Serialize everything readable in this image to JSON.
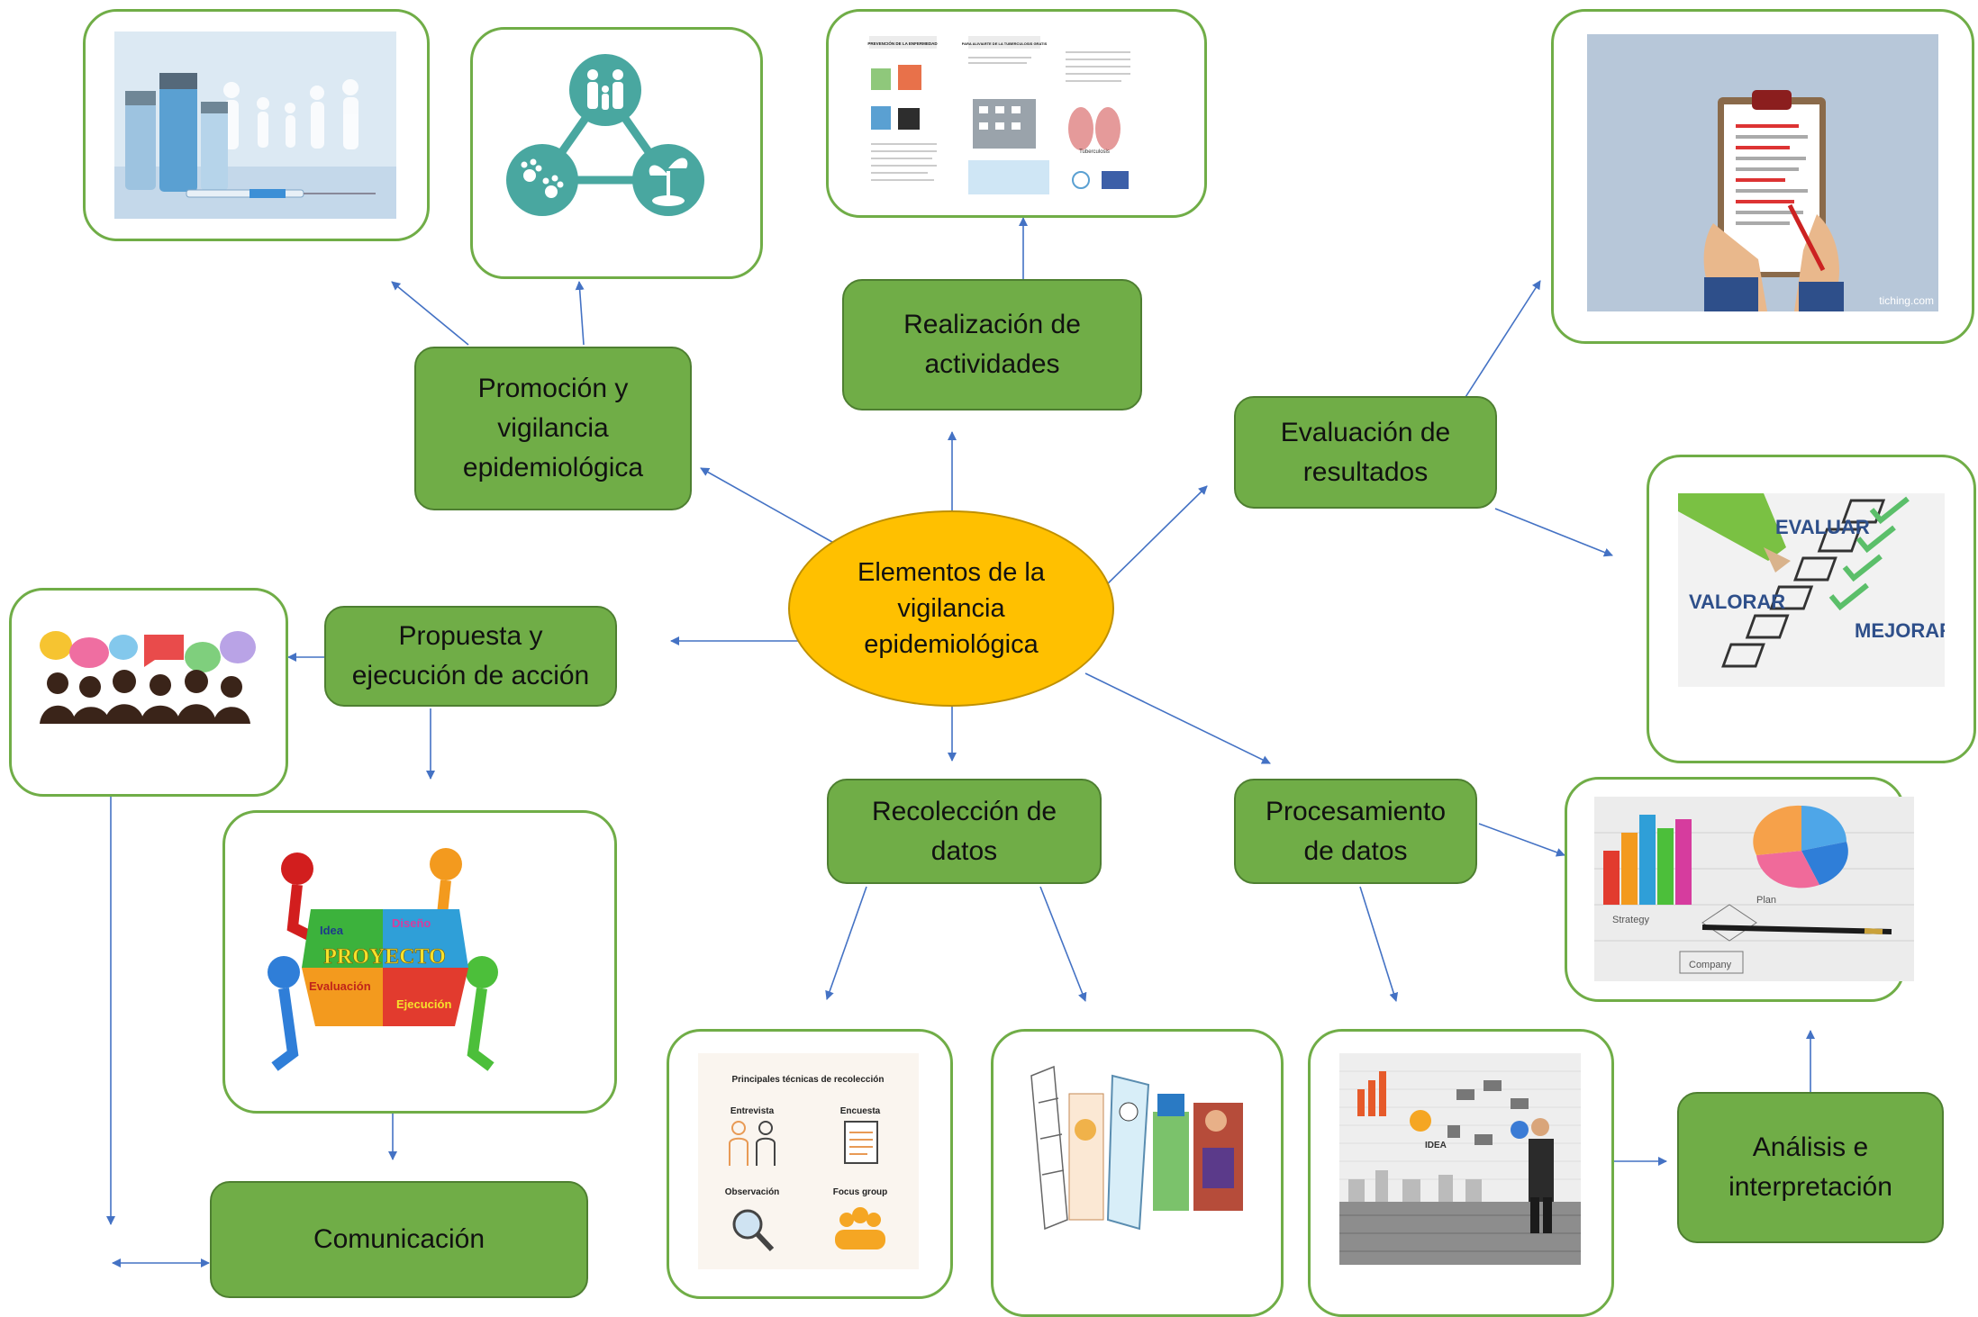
{
  "center": {
    "label": "Elementos de la\nvigilancia\nepidemiológica",
    "color": "#ffc000"
  },
  "nodes": {
    "promocion": "Promoción y\nvigilancia\nepidemiológica",
    "realizacion": "Realización de\nactividades",
    "evaluacion": "Evaluación de\nresultados",
    "propuesta": "Propuesta y\nejecución de acción",
    "recoleccion": "Recolección de\ndatos",
    "procesamiento": "Procesamiento\nde datos",
    "comunicacion": "Comunicación",
    "analisis": "Análisis e\ninterpretación"
  },
  "images": {
    "vacunas": {
      "icon": "vaccine-family-photo"
    },
    "one_health": {
      "icon": "one-health-icon"
    },
    "folleto": {
      "icon": "brochure",
      "heading_left": "PREVENCIÓN DE LA ENFERMEDAD",
      "heading_right": "PARA ALIVIARTE DE LA TUBERCULOSIS GRATIS",
      "label_tb": "Tuberculosis"
    },
    "checklist": {
      "icon": "clipboard-checklist",
      "watermark": "tiching.com"
    },
    "evaluar": {
      "icon": "evaluar-checklist",
      "word1": "EVALUAR",
      "word2": "VALORAR",
      "word3": "MEJORAR"
    },
    "dialogo": {
      "icon": "speech-bubbles-people"
    },
    "proyecto": {
      "icon": "puzzle-proyecto",
      "title": "PROYECTO",
      "idea": "Idea",
      "diseno": "Diseño",
      "evaluacion": "Evaluación",
      "ejecucion": "Ejecución"
    },
    "tecnicas": {
      "icon": "data-collection-techniques",
      "title": "Principales técnicas de recolección",
      "items": [
        "Entrevista",
        "Encuesta",
        "Observación",
        "Focus group"
      ]
    },
    "collage": {
      "icon": "research-collage"
    },
    "pizarra": {
      "icon": "data-wall-businessman",
      "label_idea": "IDEA"
    },
    "estrategia": {
      "icon": "strategy-charts",
      "label_strategy": "Strategy",
      "label_plan": "Plan",
      "label_company": "Company"
    }
  },
  "colors": {
    "node_fill": "#70ad47",
    "node_border": "#4e7f31",
    "frame_border": "#70ad47",
    "arrow": "#4472c4"
  }
}
